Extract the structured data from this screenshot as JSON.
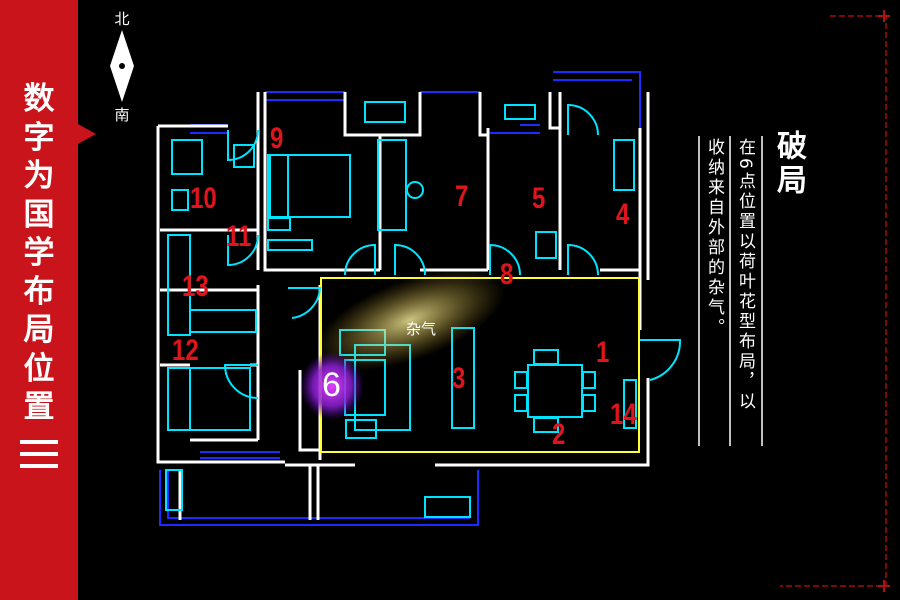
{
  "sidebar": {
    "title_chars": [
      "数",
      "字",
      "为",
      "国",
      "学",
      "布",
      "局",
      "位",
      "置"
    ],
    "bg_color": "#c8141a"
  },
  "compass": {
    "north": "北",
    "south": "南"
  },
  "panel": {
    "heading": "破局",
    "lines": [
      "在6点位置以荷叶花型布局，以",
      "收纳来自外部的杂气。"
    ]
  },
  "plan": {
    "numbers": [
      "1",
      "2",
      "3",
      "4",
      "5",
      "7",
      "8",
      "9",
      "10",
      "11",
      "12",
      "13",
      "14"
    ],
    "point6": "6",
    "zaqi": "杂气",
    "colors": {
      "wall": "#ffffff",
      "window": "#1a2cff",
      "furniture": "#00e5ff",
      "highlight": "#ffff33",
      "label": "#e0141c"
    }
  }
}
